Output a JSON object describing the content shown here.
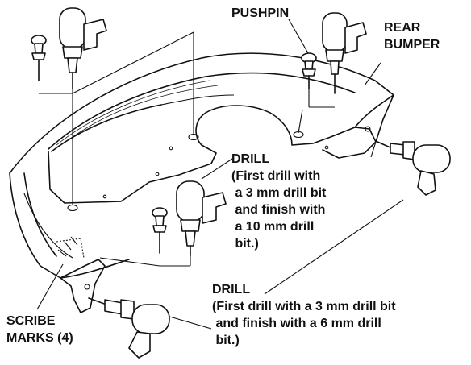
{
  "labels": {
    "pushpin": "PUSHPIN",
    "rear_bumper": [
      "REAR",
      "BUMPER"
    ],
    "drill_upper": [
      "DRILL",
      "(First drill with",
      " a 3 mm drill bit",
      " and finish with",
      " a 10 mm drill",
      " bit.)"
    ],
    "drill_lower": [
      "DRILL",
      "(First drill with a 3 mm drill bit",
      " and finish with a 6 mm drill",
      " bit.)"
    ],
    "scribe_marks": [
      "SCRIBE",
      "MARKS (4)"
    ]
  },
  "colors": {
    "ink": "#111111",
    "paper": "#ffffff"
  },
  "icons": [
    "drill-icon",
    "pushpin-icon"
  ]
}
